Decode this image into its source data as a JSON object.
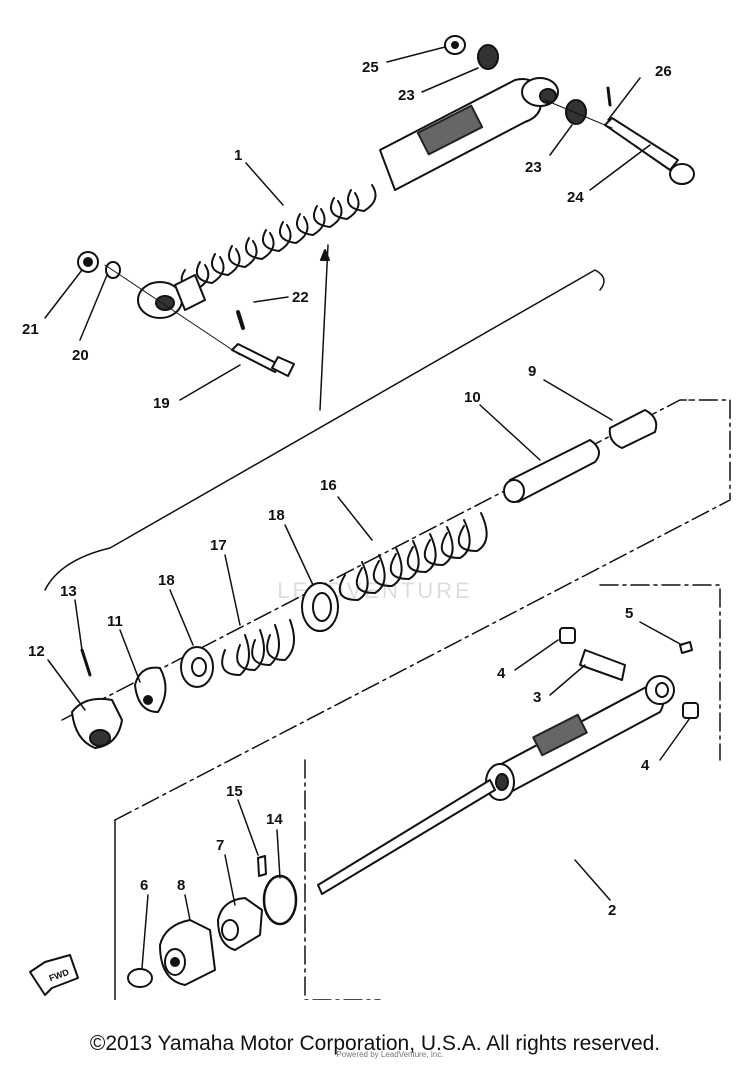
{
  "diagram": {
    "labels": {
      "p1": "1",
      "p2": "2",
      "p3": "3",
      "p4a": "4",
      "p4b": "4",
      "p5": "5",
      "p6": "6",
      "p7": "7",
      "p8": "8",
      "p9": "9",
      "p10": "10",
      "p11": "11",
      "p12": "12",
      "p13": "13",
      "p14": "14",
      "p15": "15",
      "p16": "16",
      "p17": "17",
      "p18a": "18",
      "p18b": "18",
      "p19": "19",
      "p20": "20",
      "p21": "21",
      "p22": "22",
      "p23a": "23",
      "p23b": "23",
      "p24": "24",
      "p25": "25",
      "p26": "26"
    },
    "fwd": "FWD",
    "watermark": "LEADVENTURE"
  },
  "footer": {
    "copyright": "©2013 Yamaha Motor Corporation, U.S.A. All rights reserved.",
    "small": "Powered by LeadVenture, Inc."
  }
}
